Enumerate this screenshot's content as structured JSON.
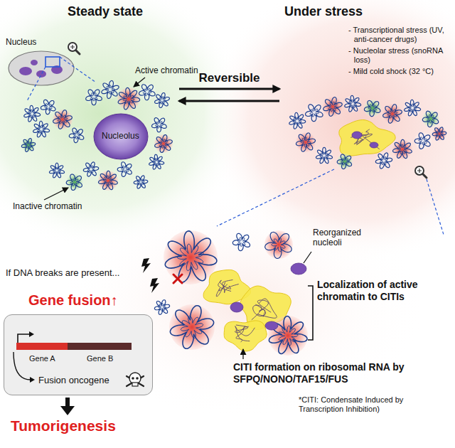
{
  "diagram": {
    "nodes": [
      {
        "text": [
          "Steady state"
        ]
      },
      {
        "text": [
          "Under stress",
          "- Transcriptional stress (UV, anti-cancer drugs)",
          "- Nucleolar stress (snoRNA loss)",
          "- Mild cold shock (32 °C)"
        ]
      },
      {
        "text": [
          "Gene A",
          "Gene B",
          "Fusion oncogene"
        ]
      }
    ],
    "edges": [
      {
        "from": 0,
        "to": 1,
        "arrow": "to",
        "label": "Reversible"
      },
      {
        "from": 1,
        "to": 0,
        "arrow": "to"
      }
    ],
    "labels": [
      "Nucleus",
      "Active chromatin",
      "Nucleolus",
      "Inactive chromatin",
      "Reorganized nucleoli",
      "If DNA breaks are present...",
      "Gene fusion↑",
      "Tumorigenesis",
      "Localization of active chromatin to CITIs",
      "CITI formation on ribosomal RNA by SFPQ/NONO/TAF15/FUS",
      "*CITI: Condensate Induced by Transcription Inhibition)"
    ]
  }
}
